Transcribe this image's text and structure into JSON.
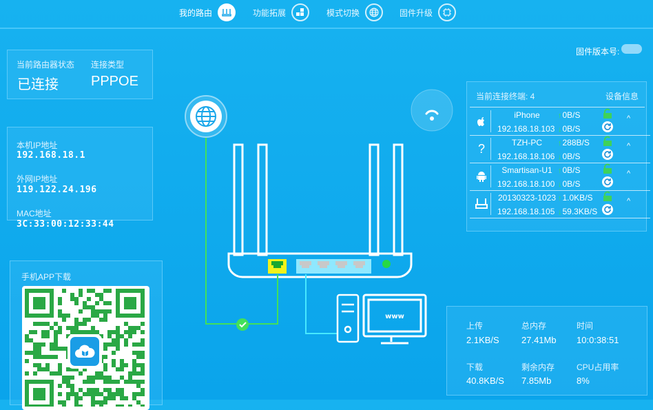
{
  "nav": {
    "items": [
      {
        "label": "我的路由",
        "icon": "router-icon",
        "active": true
      },
      {
        "label": "功能拓展",
        "icon": "apps-icon",
        "active": false
      },
      {
        "label": "模式切换",
        "icon": "globe-icon",
        "active": false
      },
      {
        "label": "固件升级",
        "icon": "chip-icon",
        "active": false
      }
    ]
  },
  "firmware": {
    "label": "固件版本号:"
  },
  "status": {
    "state_label": "当前路由器状态",
    "state_value": "已连接",
    "type_label": "连接类型",
    "type_value": "PPPOE"
  },
  "network": {
    "local_ip_label": "本机IP地址",
    "local_ip": "192.168.18.1",
    "wan_ip_label": "外网IP地址",
    "wan_ip": "119.122.24.196",
    "mac_label": "MAC地址",
    "mac": "3C:33:00:12:33:44"
  },
  "app": {
    "label": "手机APP下载"
  },
  "devices": {
    "count_label": "当前连接终端: 4",
    "info_link": "设备信息",
    "list": [
      {
        "icon": "apple-icon",
        "glyph": "",
        "name": "iPhone",
        "ip": "192.168.18.103",
        "up": "0B/S",
        "down": "0B/S",
        "caret": "^"
      },
      {
        "icon": "unknown-device-icon",
        "glyph": "?",
        "name": "TZH-PC",
        "ip": "192.168.18.106",
        "up": "288B/S",
        "down": "0B/S",
        "caret": "^"
      },
      {
        "icon": "android-icon",
        "glyph": "",
        "name": "Smartisan-U1",
        "ip": "192.168.18.100",
        "up": "0B/S",
        "down": "0B/S",
        "caret": "^"
      },
      {
        "icon": "router-device-icon",
        "glyph": "",
        "name": "20130323-1023",
        "ip": "192.168.18.105",
        "up": "1.0KB/S",
        "down": "59.3KB/S",
        "caret": "^"
      }
    ]
  },
  "stats": {
    "upload_label": "上传",
    "upload": "2.1KB/S",
    "total_mem_label": "总内存",
    "total_mem": "27.41Mb",
    "time_label": "时间",
    "time": "10:0:38:51",
    "download_label": "下载",
    "download": "40.8KB/S",
    "free_mem_label": "剩余内存",
    "free_mem": "7.85Mb",
    "cpu_label": "CPU占用率",
    "cpu": "8%"
  },
  "diagram": {
    "monitor_text": "www"
  },
  "colors": {
    "wan_line": "#42e05a",
    "lan_line": "#47e8ff",
    "wan_port": "#f2f21a",
    "lan_ports": "#8fe8ff",
    "led": "#27d845"
  }
}
